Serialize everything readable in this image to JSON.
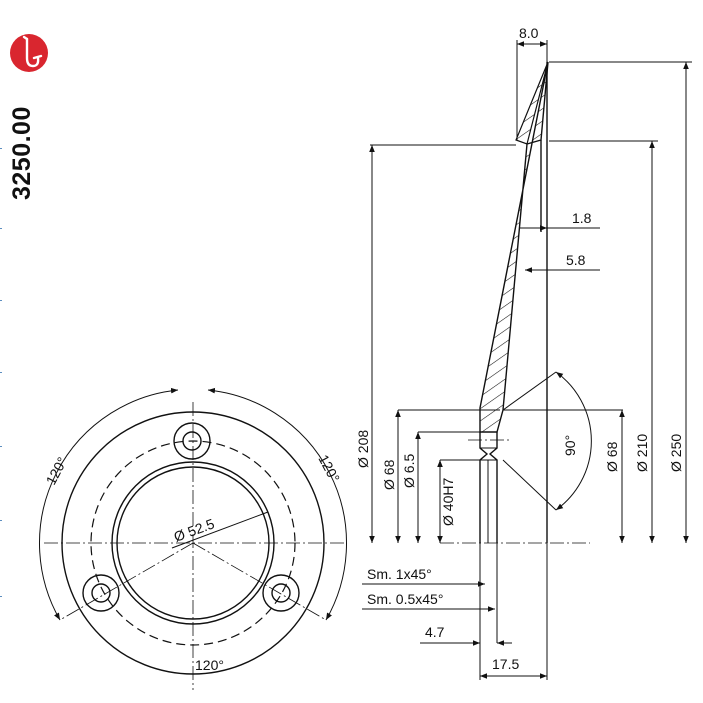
{
  "product": {
    "part_number": "3250.00",
    "icon": "saxophone-icon",
    "badge_color": "#d9262f"
  },
  "front_view": {
    "diameter_label": "Ø 52.5",
    "angle_left": "120°",
    "angle_right": "120°",
    "angle_bottom": "120°"
  },
  "section_view": {
    "dim_top": "8.0",
    "dim_1": "1.8",
    "dim_2": "5.8",
    "diameter_208": "Ø 208",
    "diameter_68_left": "Ø 68",
    "diameter_6_5": "Ø 6.5",
    "diameter_40h7": "Ø 40H7",
    "angle_90": "90°",
    "diameter_68_right": "Ø 68",
    "diameter_210": "Ø 210",
    "diameter_250": "Ø 250",
    "chamfer_1": "Sm. 1x45°",
    "chamfer_2": "Sm. 0.5x45°",
    "dim_4_7": "4.7",
    "dim_17_5": "17.5"
  }
}
